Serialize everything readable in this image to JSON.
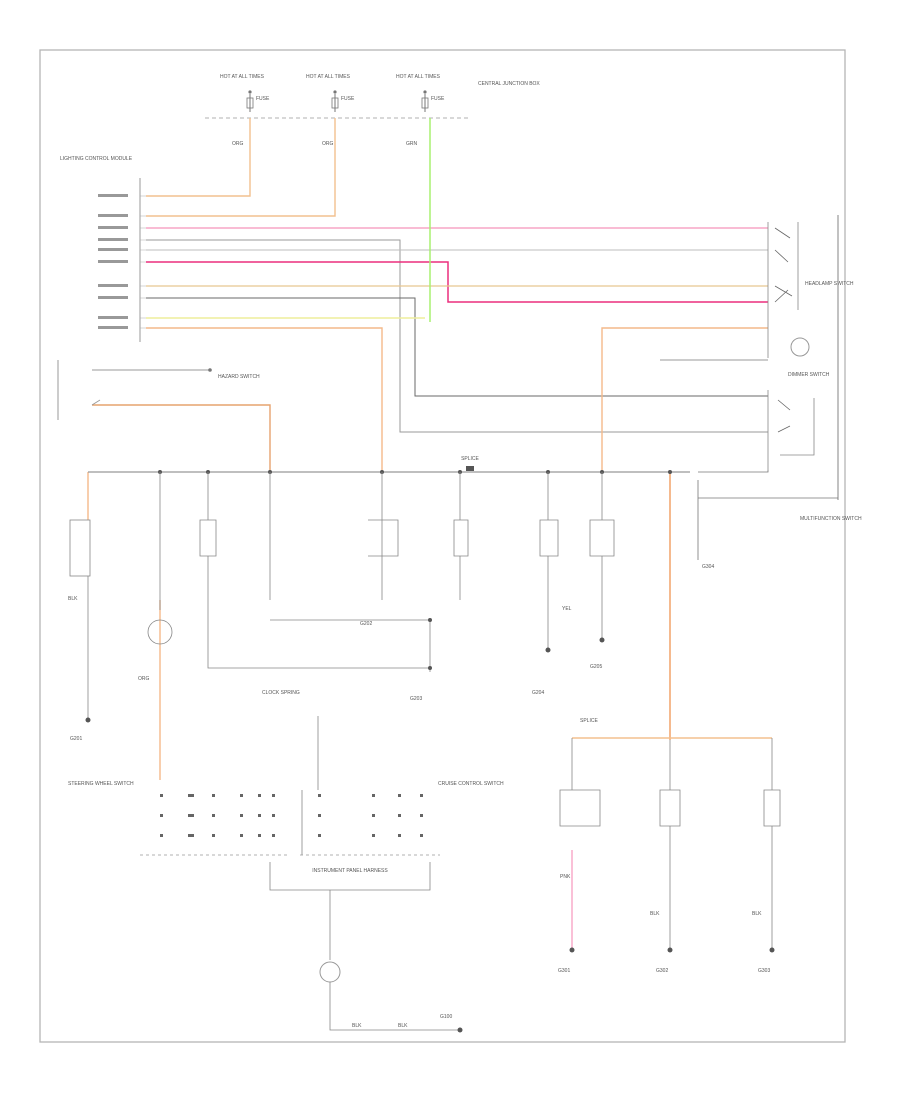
{
  "diagram": {
    "corner_label": "",
    "labels": {
      "fuse_a": "HOT AT ALL TIMES",
      "fuse_b": "HOT AT ALL TIMES",
      "fuse_c": "HOT AT ALL TIMES",
      "fuse_a_id": "FUSE",
      "fuse_b_id": "FUSE",
      "fuse_c_id": "FUSE",
      "central_junction": "CENTRAL JUNCTION BOX",
      "module": "LIGHTING CONTROL MODULE",
      "hazard_switch": "HAZARD SWITCH",
      "multifunction_switch": "MULTIFUNCTION SWITCH",
      "headlamp_switch": "HEADLAMP SWITCH",
      "dimmer_switch": "DIMMER SWITCH",
      "splice_main": "SPLICE",
      "splice_lower": "SPLICE",
      "ground_a": "G201",
      "ground_b": "G202",
      "ground_c": "G203",
      "ground_d": "G204",
      "ground_e": "G205",
      "ground_f": "G301",
      "ground_g": "G302",
      "ground_h": "G303",
      "ground_i": "G304",
      "ground_bottom": "G100",
      "left_switch_block": "STEERING WHEEL SWITCH",
      "right_switch_block": "CRUISE CONTROL SWITCH",
      "center_connector": "CLOCK SPRING",
      "lower_harness": "INSTRUMENT PANEL HARNESS",
      "wire_blk": "BLK",
      "wire_org": "ORG",
      "wire_pnk": "PNK",
      "wire_grn": "GRN",
      "wire_yel": "YEL"
    }
  }
}
